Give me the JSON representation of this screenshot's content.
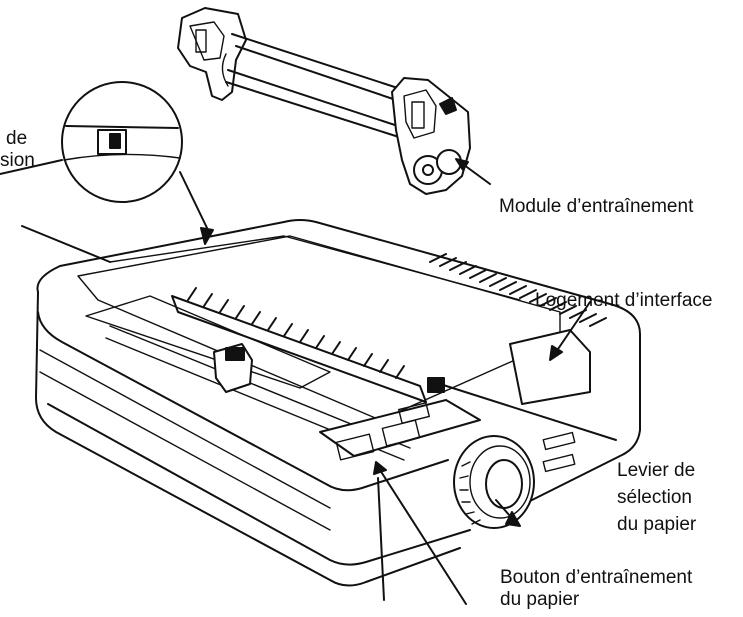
{
  "labels": {
    "partial_de": "de",
    "partial_sion": "sion",
    "module": "Module d’entraînement",
    "interface": "Logement d’interface",
    "lever_1": "Levier de",
    "lever_2": "sélection",
    "lever_3": "du papier",
    "knob_1": "Bouton d’entraînement",
    "knob_2": "du papier"
  }
}
